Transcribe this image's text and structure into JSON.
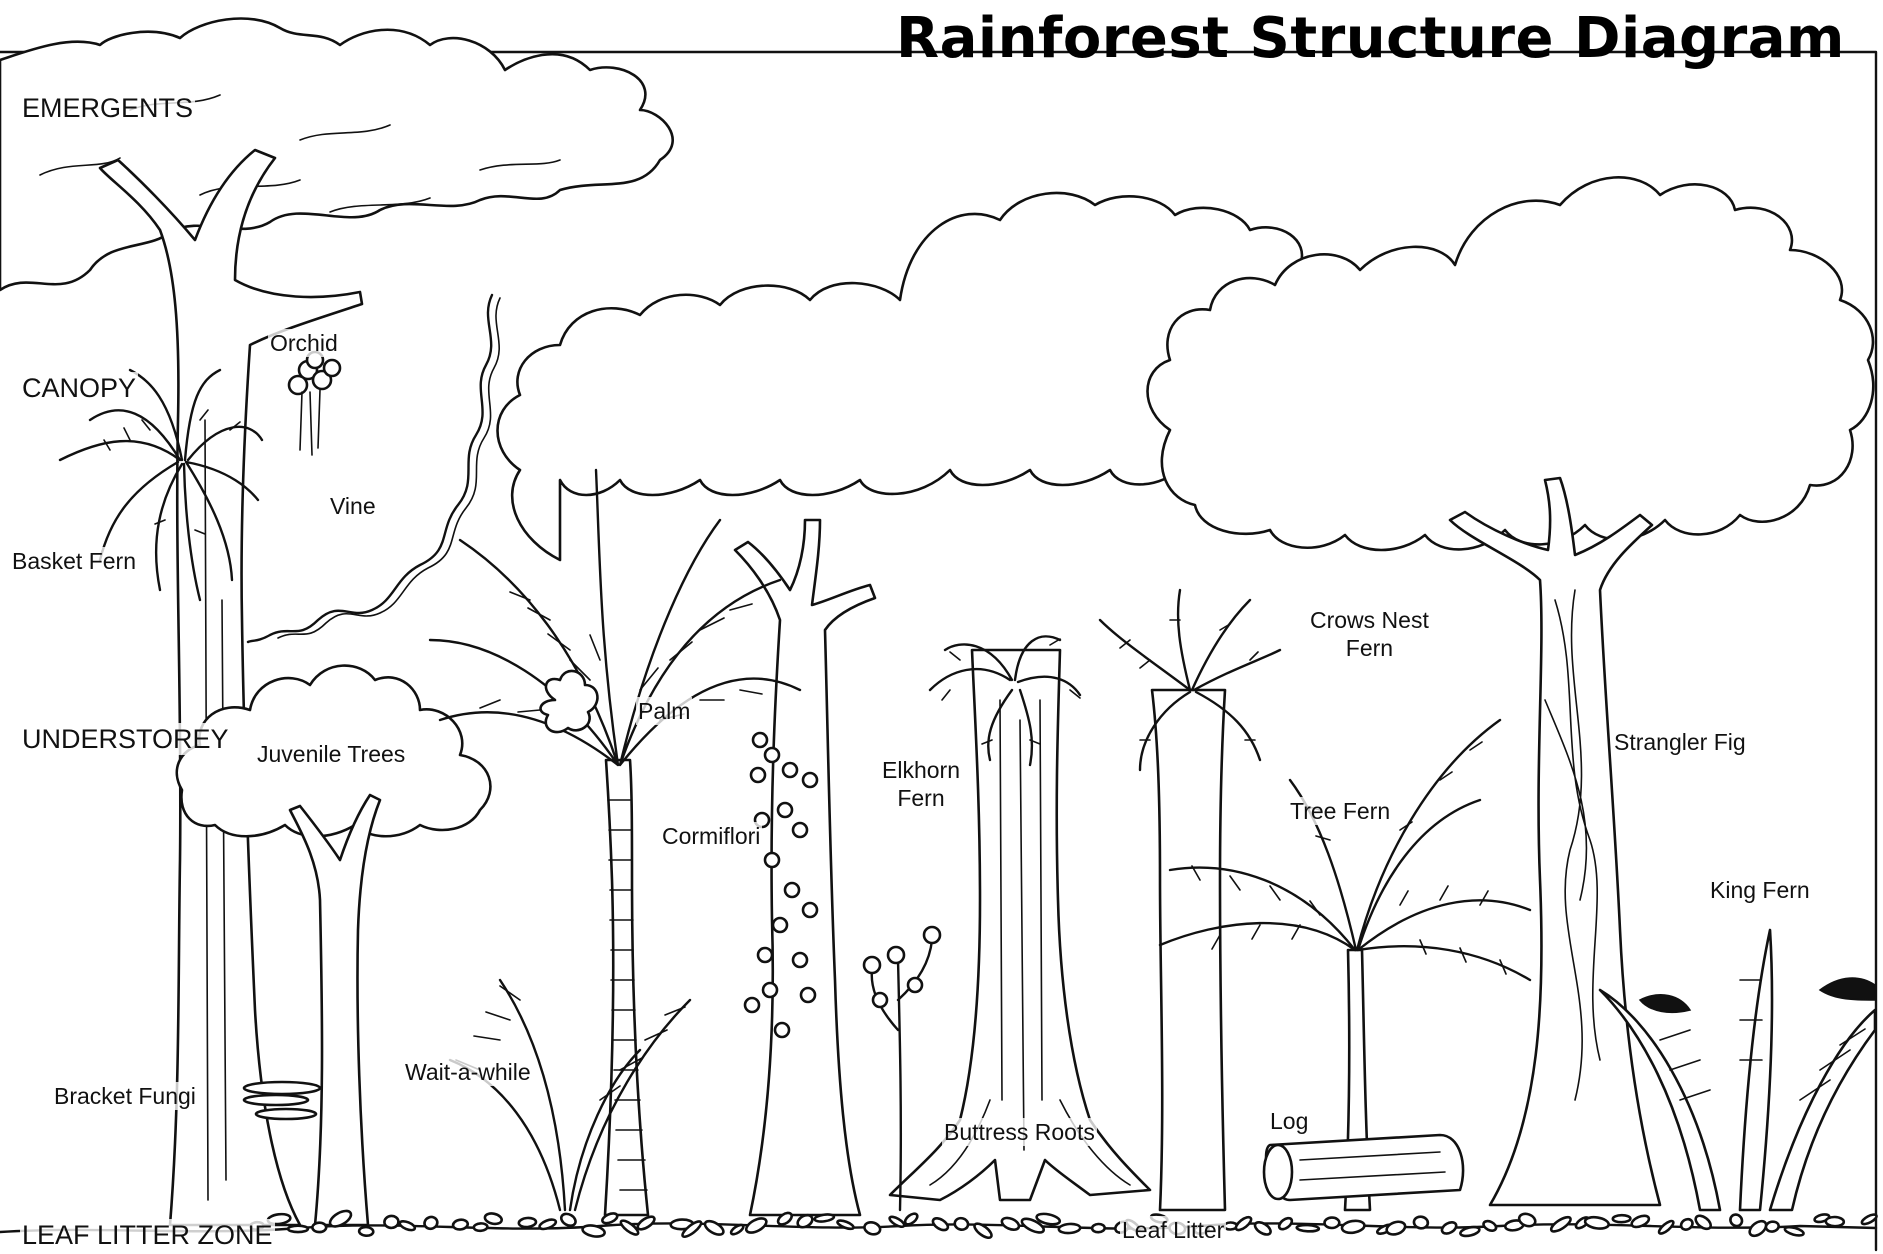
{
  "title": "Rainforest Structure Diagram",
  "zones": {
    "emergents": "EMERGENTS",
    "canopy": "CANOPY",
    "understorey": "UNDERSTOREY",
    "leaf_litter_zone": "LEAF LITTER ZONE"
  },
  "labels": {
    "orchid": "Orchid",
    "vine": "Vine",
    "basket_fern": "Basket Fern",
    "juvenile_trees": "Juvenile Trees",
    "palm": "Palm",
    "cormiflori": "Cormiflori",
    "elkhorn_fern_line1": "Elkhorn",
    "elkhorn_fern_line2": "Fern",
    "crows_nest_fern_line1": "Crows Nest",
    "crows_nest_fern_line2": "Fern",
    "strangler_fig": "Strangler Fig",
    "tree_fern": "Tree Fern",
    "king_fern": "King Fern",
    "wait_a_while": "Wait-a-while",
    "bracket_fungi": "Bracket Fungi",
    "buttress_roots": "Buttress Roots",
    "log": "Log",
    "leaf_litter": "Leaf Litter"
  }
}
